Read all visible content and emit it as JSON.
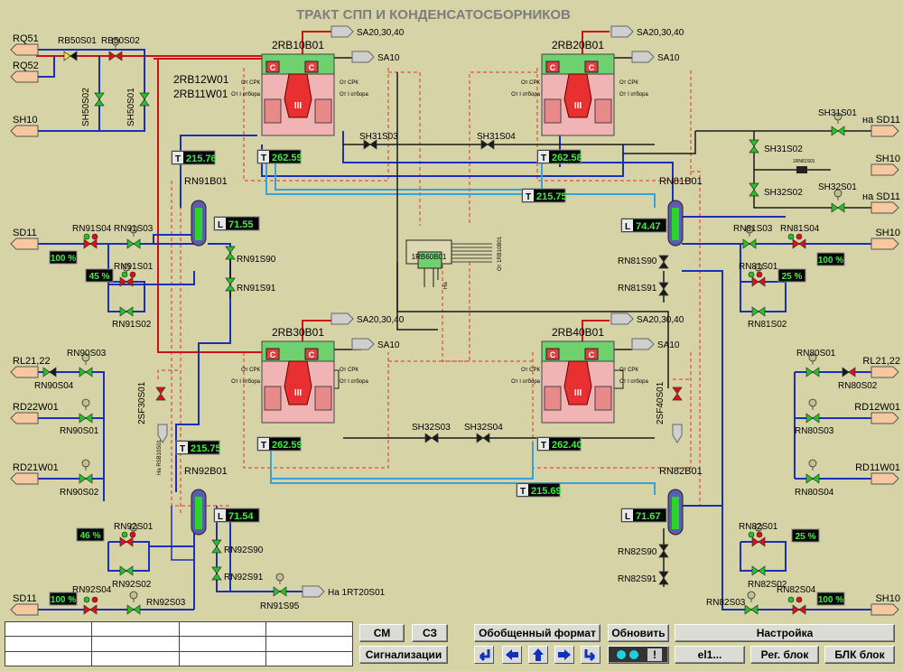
{
  "title": "ТРАКТ СПП И КОНДЕНСАТОСБОРНИКОВ",
  "colors": {
    "bg": "#d6d3a6",
    "pipe_blue": "#1c2fb8",
    "pipe_red": "#c81414",
    "pipe_black": "#1a1a1a",
    "pipe_cyan": "#3aa0d8",
    "valve_green": "#22c422",
    "valve_red": "#e01010",
    "dashed": "#e03030"
  },
  "separators": [
    {
      "id": "2RB10B01",
      "label": "2RB10B01",
      "outputs": [
        "SA20,30,40",
        "SA10"
      ],
      "temp": "262.59"
    },
    {
      "id": "2RB20B01",
      "label": "2RB20B01",
      "outputs": [
        "SA20,30,40",
        "SA10"
      ],
      "temp": "262.58"
    },
    {
      "id": "2RB30B01",
      "label": "2RB30B01",
      "outputs": [
        "SA20,30,40",
        "SA10"
      ],
      "temp": "262.59"
    },
    {
      "id": "2RB40B01",
      "label": "2RB40B01",
      "outputs": [
        "SA20,30,40",
        "SA10"
      ],
      "temp": "262.40"
    }
  ],
  "sep_labels": {
    "c": "С",
    "m": "III",
    "from_ork": "От СРК",
    "from_otb": "От I отбора"
  },
  "extra_labels": [
    "2RB12W01",
    "2RB11W01"
  ],
  "collectors": [
    {
      "id": "RN91B01",
      "level": "71.55",
      "temp": "215.76"
    },
    {
      "id": "RN81B01",
      "level": "74.47",
      "temp": "215.75"
    },
    {
      "id": "RN92B01",
      "level": "71.54",
      "temp": "215.75"
    },
    {
      "id": "RN82B01",
      "level": "71.67",
      "temp": "215.69"
    }
  ],
  "indicators": {
    "L": "L",
    "T": "T"
  },
  "percents": {
    "rn91s04": "100 %",
    "rn91s01": "45 %",
    "rn81s04": "100 %",
    "rn81s01": "25 %",
    "rn92s01": "46 %",
    "rn92s04": "100 %",
    "rn82s01": "25 %",
    "rn82s04": "100 %"
  },
  "left_connections": [
    {
      "label": "RQ51"
    },
    {
      "label": "RQ52"
    },
    {
      "label": "SH10"
    },
    {
      "label": "SD11"
    },
    {
      "label": "RL21,22"
    },
    {
      "label": "RD22W01"
    },
    {
      "label": "RD21W01"
    },
    {
      "label": "SD11"
    }
  ],
  "right_connections": [
    {
      "label": "на SD11"
    },
    {
      "label": "SH10"
    },
    {
      "label": "на SD11"
    },
    {
      "label": "SH10"
    },
    {
      "label": "RL21,22"
    },
    {
      "label": "RD12W01"
    },
    {
      "label": "RD11W01"
    },
    {
      "label": "SH10"
    }
  ],
  "valves": {
    "RB50S01": "RB50S01",
    "RB50S02": "RB50S02",
    "SH50S02": "SH50S02",
    "SH50S01": "SH50S01",
    "RN91S04": "RN91S04",
    "RN91S03": "RN91S03",
    "RN91S01": "RN91S01",
    "RN91S02": "RN91S02",
    "RN91S90": "RN91S90",
    "RN91S91": "RN91S91",
    "RN90S03": "RN90S03",
    "RN90S04": "RN90S04",
    "RN90S01": "RN90S01",
    "RN90S02": "RN90S02",
    "SF30S01": "2SF30S01",
    "RN92S01": "RN92S01",
    "RN92S02": "RN92S02",
    "RN92S04": "RN92S04",
    "RN92S03": "RN92S03",
    "RN92S90": "RN92S90",
    "RN92S91": "RN92S91",
    "RN91S95": "RN91S95",
    "SH31S03": "SH31S03",
    "SH31S04": "SH31S04",
    "SH32S03": "SH32S03",
    "SH32S04": "SH32S04",
    "SH31S01": "SH31S01",
    "SH31S02": "SH31S02",
    "SH32S02": "SH32S02",
    "SH32S01": "SH32S01",
    "RN81S03": "RN81S03",
    "RN81S04": "RN81S04",
    "RN81S01": "RN81S01",
    "RN81S02": "RN81S02",
    "RN81S90": "RN81S90",
    "RN81S91": "RN81S91",
    "RN80S01": "RN80S01",
    "RN80S02": "RN80S02",
    "RN80S03": "RN80S03",
    "RN80S04": "RN80S04",
    "SF40S01": "2SF40S01",
    "RN82S01": "RN82S01",
    "RN82S02": "RN82S02",
    "RN82S03": "RN82S03",
    "RN82S04": "RN82S04",
    "RN82S90": "RN82S90",
    "RN82S91": "RN82S91"
  },
  "small_labels": {
    "na_1rt20": "На 1RT20S01",
    "na_rsb": "На RSB10S01",
    "valve_pos": "1RN81S01",
    "rb60": "1RB60B01",
    "rb60_out": "От 1RB10B01",
    "rb60_side": "На"
  },
  "buttons": {
    "cm": "СМ",
    "c3": "СЗ",
    "signals": "Сигнализации",
    "general": "Обобщенный формат",
    "refresh": "Обновить",
    "settings": "Настройка",
    "el1": "el1...",
    "reg": "Рег. блок",
    "blk": "БЛК блок",
    "ack": "!"
  }
}
